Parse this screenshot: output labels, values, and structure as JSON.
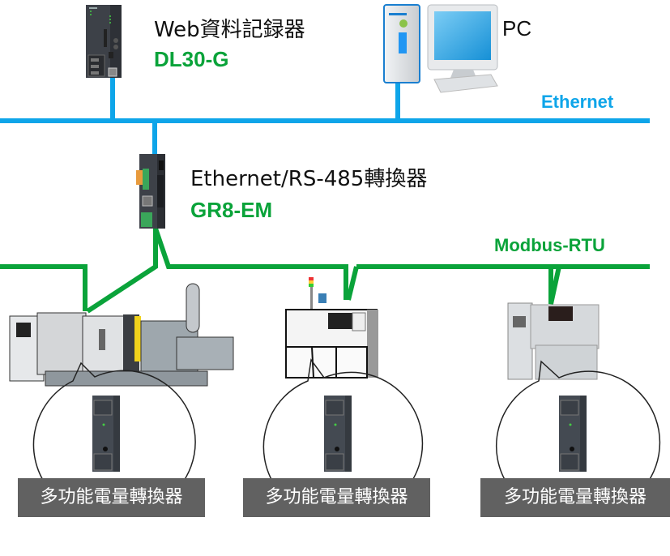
{
  "colors": {
    "ethernet": "#0ea5e9",
    "modbus": "#0aa33a",
    "model_text": "#0aa33a",
    "caption_bg": "#616161",
    "caption_text": "#ffffff"
  },
  "devices": {
    "logger": {
      "title": "Web資料記録器",
      "model": "DL30-G",
      "icon": "data-logger-icon"
    },
    "pc": {
      "title": "PC",
      "icon": "desktop-pc-icon"
    },
    "converter": {
      "title": "Ethernet/RS-485轉換器",
      "model": "GR8-EM",
      "icon": "gateway-converter-icon"
    }
  },
  "networks": {
    "ethernet": {
      "label": "Ethernet"
    },
    "modbus": {
      "label": "Modbus-RTU"
    }
  },
  "machines": [
    {
      "icon": "injection-molding-machine-icon",
      "caption": "多功能電量轉換器"
    },
    {
      "icon": "processing-machine-icon",
      "caption": "多功能電量轉換器"
    },
    {
      "icon": "environmental-chamber-icon",
      "caption": "多功能電量轉換器"
    }
  ]
}
